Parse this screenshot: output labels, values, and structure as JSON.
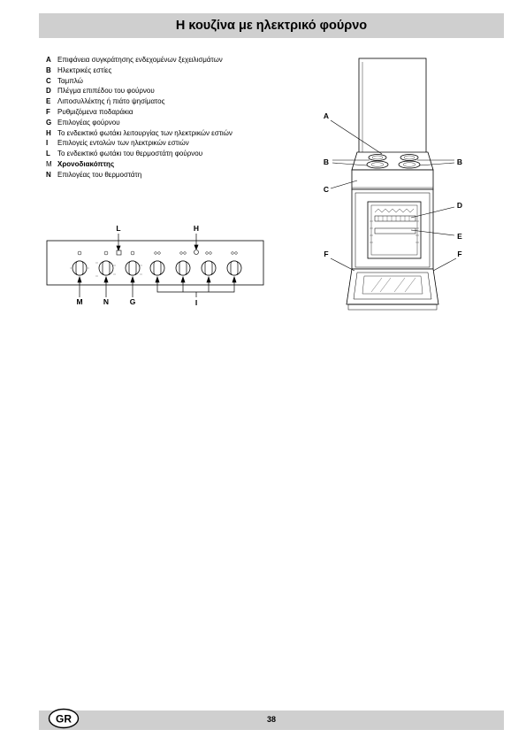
{
  "title": "Η κουζίνα με ηλεκτρικό φούρνο",
  "legend": [
    {
      "key": "A",
      "text": "Επιφάνεια συγκράτησης ενδεχομένων ξεχειλισμάτων"
    },
    {
      "key": "B",
      "text": "Ηλεκτρικές εστίες"
    },
    {
      "key": "C",
      "text": "Ταμπλώ"
    },
    {
      "key": "D",
      "text": "Πλέγμα επιπέδου του φούρνου"
    },
    {
      "key": "E",
      "text": "Λιπoσυλλέκτης ή πιάτο ψησίματος"
    },
    {
      "key": "F",
      "text": "Ρυθμιζόμενα ποδαράκια"
    },
    {
      "key": "G",
      "text": "Επιλογέας φούρνου"
    },
    {
      "key": "H",
      "text": "Το ενδεικτικό φωτάκι λειτουργίας των ηλεκτρικών εστιών"
    },
    {
      "key": "I",
      "text": "Επιλογείς εντολών των ηλεκτρικών εστιών"
    },
    {
      "key": "L",
      "text": "Το ενδεικτικό φωτάκι του θερμοστάτη φούρνου"
    },
    {
      "key": "M",
      "text": "Χρονοδιακόπτης"
    },
    {
      "key": "N",
      "text": "Επιλογέας του θερμοστάτη"
    }
  ],
  "panel_labels": {
    "L": "L",
    "H": "H",
    "M": "M",
    "N": "N",
    "G": "G",
    "I": "I"
  },
  "oven_labels": {
    "A": "A",
    "B_left": "B",
    "B_right": "B",
    "C": "C",
    "D": "D",
    "E": "E",
    "F_left": "F",
    "F_right": "F"
  },
  "footer": {
    "badge": "GR",
    "page_number": "38"
  }
}
